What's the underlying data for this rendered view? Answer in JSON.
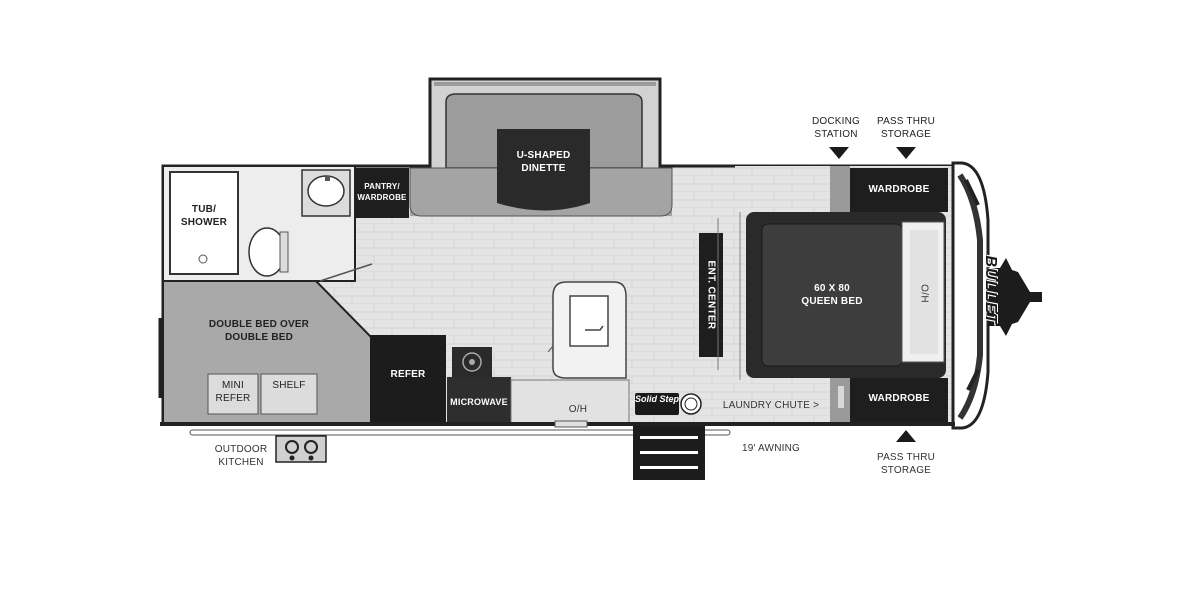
{
  "labels": {
    "tub_shower": "TUB/\nSHOWER",
    "pantry_wardrobe": "PANTRY/\nWARDROBE",
    "u_shaped_dinette": "U-SHAPED\nDINETTE",
    "docking_station": "DOCKING\nSTATION",
    "pass_thru_storage_top": "PASS THRU\nSTORAGE",
    "wardrobe_top": "WARDROBE",
    "wardrobe_bottom": "WARDROBE",
    "ent_center": "ENT. CENTER",
    "queen_bed": "60 X 80\nQUEEN BED",
    "headboard_oh": "O/H",
    "double_bed": "DOUBLE BED OVER\nDOUBLE BED",
    "mini_refer": "MINI\nREFER",
    "shelf": "SHELF",
    "refer": "REFER",
    "microwave": "MICROWAVE",
    "kitchen_oh": "O/H",
    "laundry_chute": "LAUNDRY CHUTE >",
    "outdoor_kitchen": "OUTDOOR\nKITCHEN",
    "awning": "19' AWNING",
    "pass_thru_storage_bottom": "PASS THRU\nSTORAGE",
    "solid_step_brand": "Solid\nStep",
    "bullet_brand": "BULLET"
  }
}
